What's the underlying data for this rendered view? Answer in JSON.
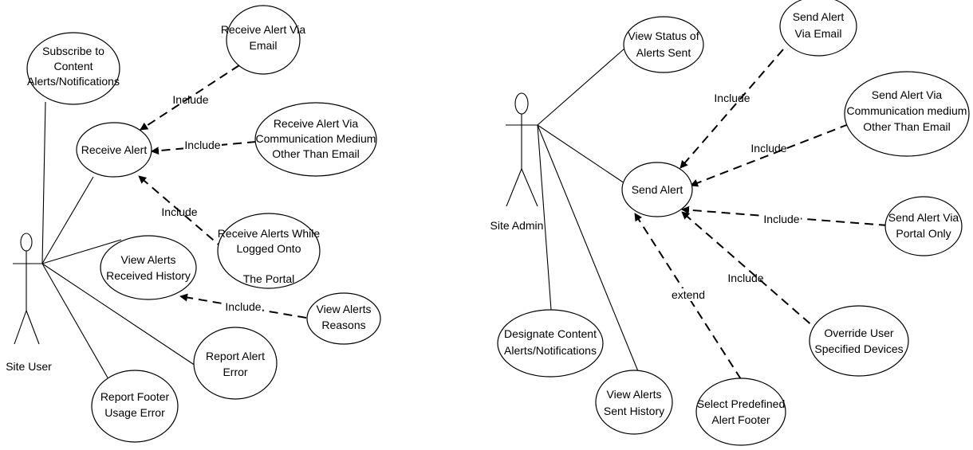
{
  "actors": {
    "site_user": "Site User",
    "site_admin": "Site Admin"
  },
  "use_cases": {
    "subscribe": [
      "Subscribe to",
      "Content",
      "Alerts/Notifications"
    ],
    "receive_alert": [
      "Receive Alert"
    ],
    "receive_email": [
      "Receive Alert Via",
      "Email"
    ],
    "receive_other": [
      "Receive Alert Via",
      "Communication Medium",
      "Other Than Email"
    ],
    "receive_portal": [
      "Receive Alerts While",
      "Logged Onto",
      "The Portal"
    ],
    "view_history": [
      "View Alerts",
      "Received History"
    ],
    "view_reasons": [
      "View Alerts",
      "Reasons"
    ],
    "report_error": [
      "Report Alert",
      "Error"
    ],
    "report_footer": [
      "Report Footer",
      "Usage Error"
    ],
    "view_status": [
      "View Status of",
      "Alerts Sent"
    ],
    "send_email": [
      "Send Alert",
      "Via Email"
    ],
    "send_other": [
      "Send Alert Via",
      "Communication medium",
      "Other Than Email"
    ],
    "send_alert": [
      "Send Alert"
    ],
    "send_portal": [
      "Send Alert Via",
      "Portal Only"
    ],
    "override": [
      "Override User",
      "Specified Devices"
    ],
    "select_footer": [
      "Select Predefined",
      "Alert Footer"
    ],
    "sent_history": [
      "View Alerts",
      "Sent History"
    ],
    "designate": [
      "Designate Content",
      "Alerts/Notifications"
    ]
  },
  "relations": {
    "include": "Include",
    "extend": "extend"
  }
}
